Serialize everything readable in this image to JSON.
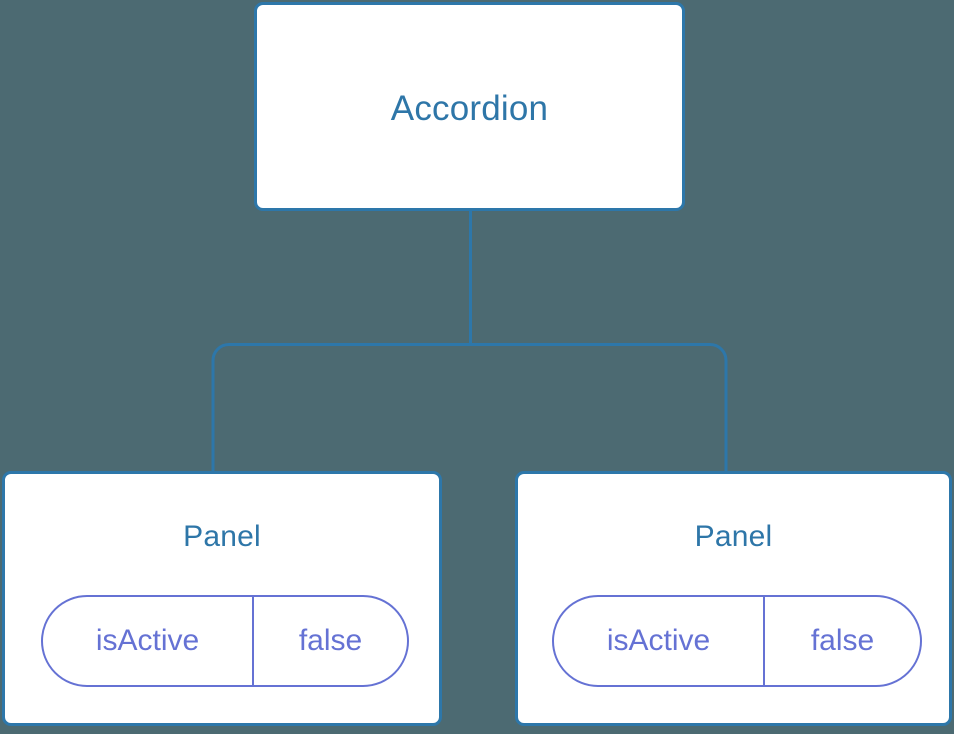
{
  "diagram": {
    "type": "component-tree",
    "background_color": "#4c6a72",
    "node_border_color": "#2d77aa",
    "node_fill_color": "#ffffff",
    "title_color": "#2e76a8",
    "prop_color": "#6572d4",
    "edge_color": "#2d77aa",
    "root": {
      "label": "Accordion"
    },
    "children": [
      {
        "label": "Panel",
        "prop": {
          "key": "isActive",
          "value": "false"
        }
      },
      {
        "label": "Panel",
        "prop": {
          "key": "isActive",
          "value": "false"
        }
      }
    ]
  }
}
